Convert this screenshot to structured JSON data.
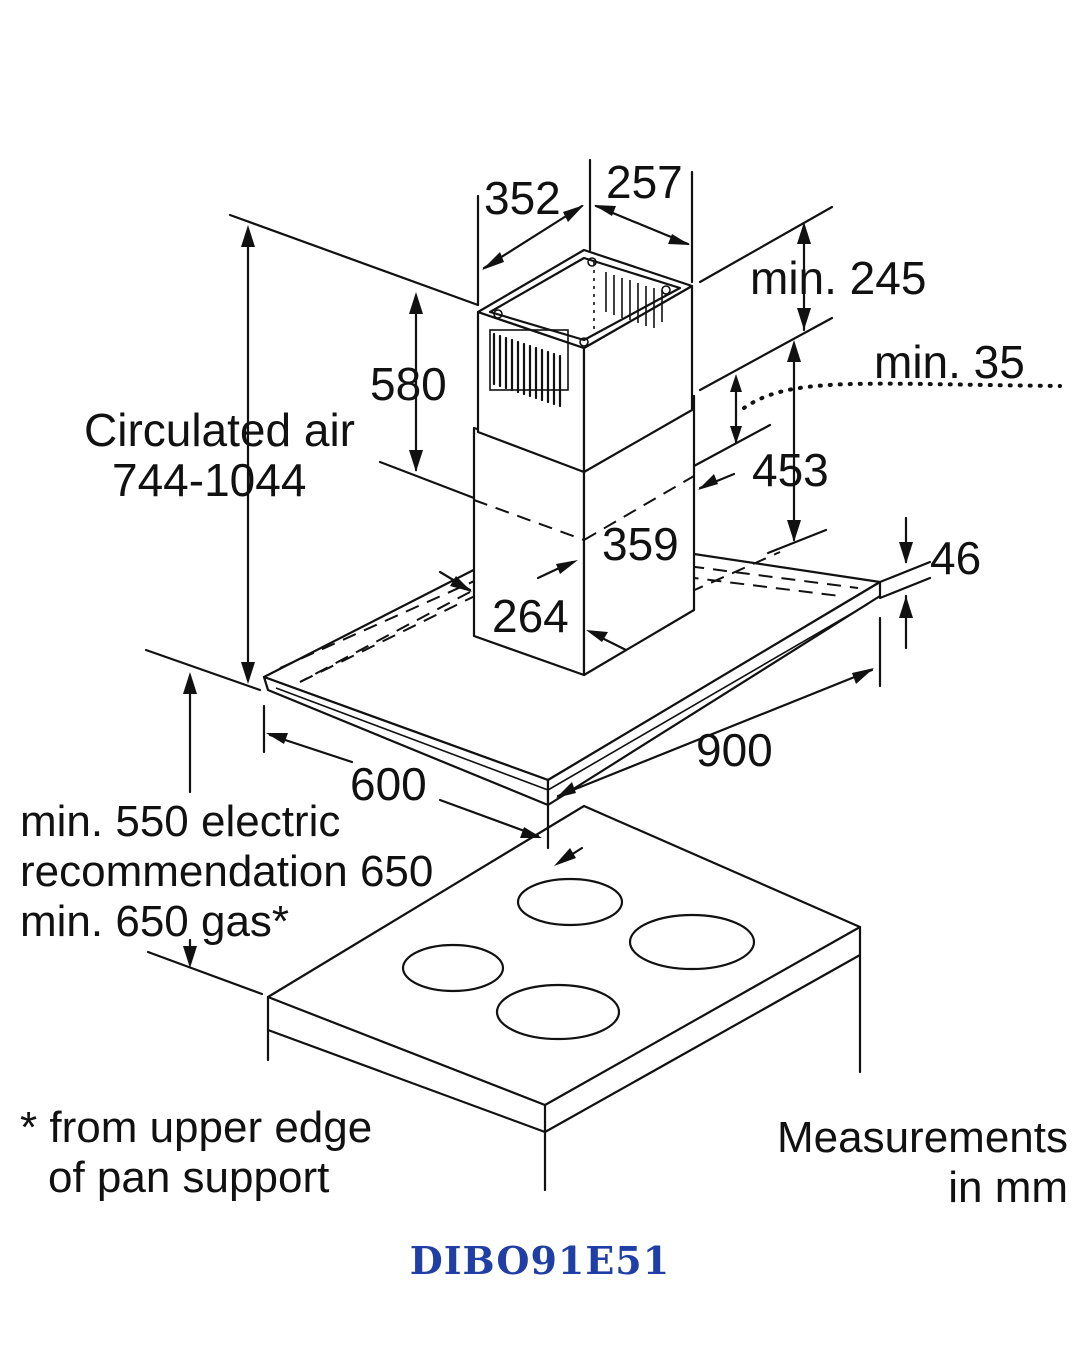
{
  "dimensions": {
    "width_352": "352",
    "depth_257": "257",
    "min_245": "min. 245",
    "height_580": "580",
    "min_35": "min. 35",
    "circulated_air_label": "Circulated air",
    "circulated_air_range": "744-1044",
    "height_453": "453",
    "depth_359": "359",
    "thickness_46": "46",
    "width_264": "264",
    "width_900": "900",
    "depth_600": "600"
  },
  "notes": {
    "clearance_line1": "min. 550 electric",
    "clearance_line2": "recommendation 650",
    "clearance_line3": "min. 650 gas*",
    "footnote_line1": "* from upper edge",
    "footnote_line2": "of pan support",
    "units_line1": "Measurements",
    "units_line2": "in mm"
  },
  "model_code": "DIBO91E51",
  "colors": {
    "line": "#111111",
    "model_code": "#1f3fa6",
    "background": "#ffffff"
  }
}
